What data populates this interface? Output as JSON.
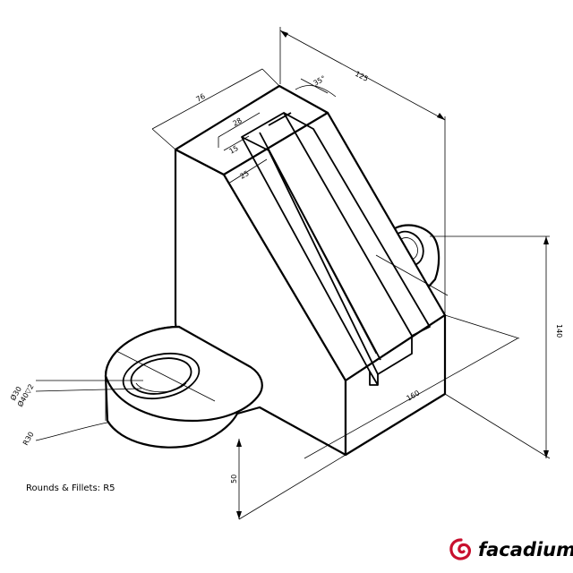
{
  "diagram": {
    "dimensions": {
      "overall_width": "125",
      "top_depth": "76",
      "slot_angle": "35°",
      "slot_width": "28",
      "slot_depth": "15",
      "top_edge": "25",
      "height": "140",
      "base_length": "160",
      "base_height": "50",
      "hole_dia": "Ø30",
      "counterbore": "Ø40▽2",
      "boss_radius": "R30"
    },
    "note": "Rounds & Fillets: R5"
  },
  "brand": {
    "name": "facadium",
    "colors": {
      "accent": "#c8102e",
      "text": "#000000"
    }
  }
}
